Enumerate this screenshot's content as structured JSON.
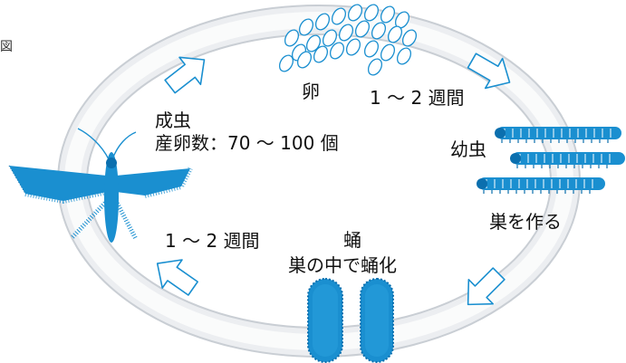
{
  "figure_label": "図",
  "stages": {
    "egg": {
      "name": "卵"
    },
    "larva": {
      "name": "幼虫",
      "note": "巣を作る"
    },
    "pupa": {
      "name": "蛹",
      "note": "巣の中で蛹化"
    },
    "adult": {
      "name": "成虫",
      "note": "産卵数：70 ～ 100 個"
    }
  },
  "durations": {
    "egg_to_larva": "1 ～ 2 週間",
    "pupa_to_adult": "1 ～ 2 週間"
  },
  "colors": {
    "organism": "#1a8fd0",
    "organism_dark": "#0b6fae",
    "egg_outline": "#1a8fd0",
    "ring_outer": "#d2d6dc",
    "ring_inner": "#f6f7f8",
    "arrow_outline": "#1a8fd0"
  }
}
